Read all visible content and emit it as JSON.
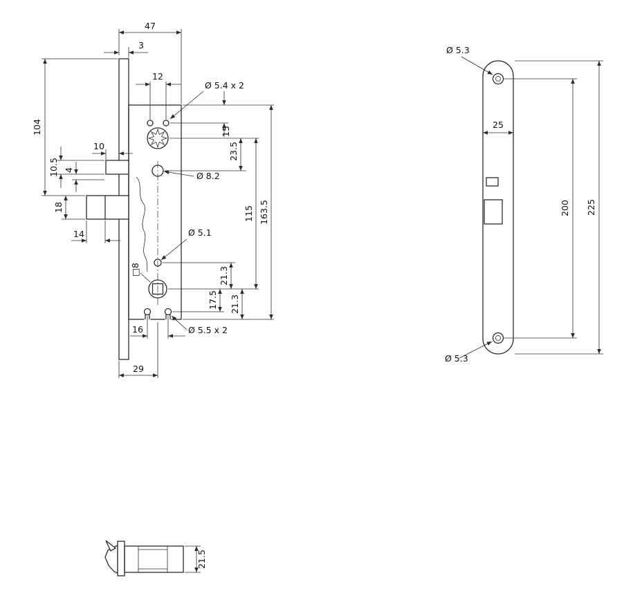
{
  "drawing": {
    "body_view": {
      "dim_case_depth": "47",
      "dim_plate_thickness": "3",
      "dim_top_hole_spacing": "12",
      "label_top_holes": "Ø 5.4 x 2",
      "dim_plate_top_to_latch": "104",
      "dim_tab_protrusion": "10",
      "dim_tab_height": "10.5",
      "dim_tab_offset": "4",
      "dim_latch_height": "18",
      "dim_latch_protrusion": "14",
      "label_cylinder_hole": "Ø 8.2",
      "dim_top_edge_to_holes": "15",
      "dim_cyl_to_hole": "23.5",
      "dim_cyl_to_follower": "115",
      "dim_case_height": "163.5",
      "label_small_hole": "Ø 5.1",
      "label_follower_square": "□8",
      "dim_hole_to_follower": "21.3",
      "dim_follower_to_screws": "17.5",
      "dim_follower_to_bottom": "21.3",
      "dim_bottom_hole_spacing": "16",
      "label_bottom_holes": "Ø 5.5 x 2",
      "dim_backset": "29"
    },
    "faceplate_view": {
      "label_top_screw": "Ø 5.3",
      "dim_width": "25",
      "dim_screw_spacing": "200",
      "dim_overall_length": "225",
      "label_bottom_screw": "Ø 5.3"
    },
    "latch_view": {
      "dim_height": "21.5"
    }
  }
}
